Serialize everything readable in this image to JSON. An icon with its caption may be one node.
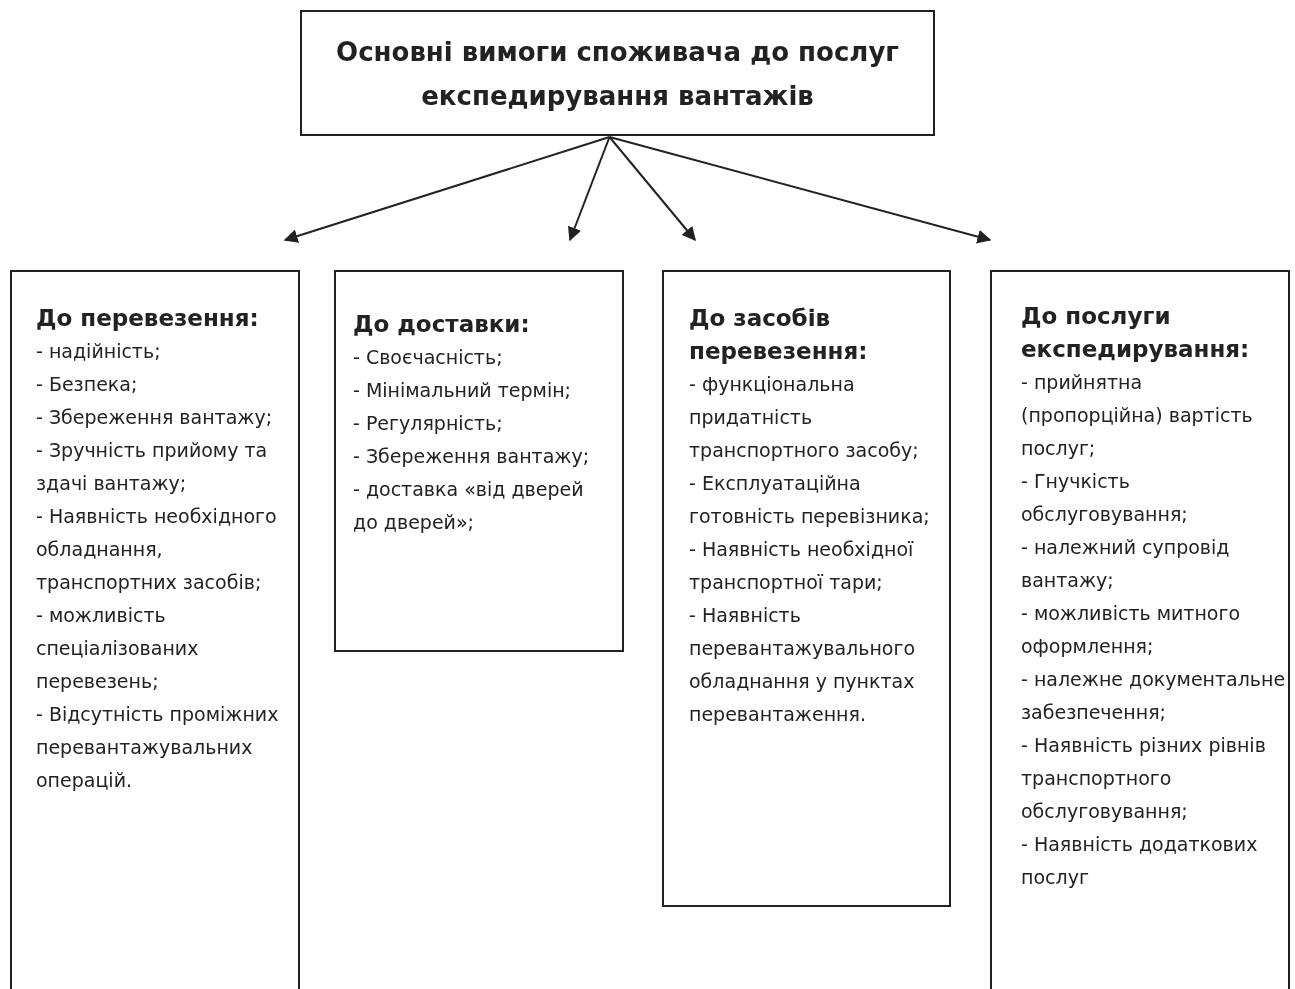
{
  "diagram": {
    "nodes": [
      {
        "text": [
          "Основні вимоги споживача до послуг експедирування вантажів"
        ]
      },
      {
        "text": [
          "До перевезення:",
          "- надійність;",
          "- Безпека;",
          "- Збереження вантажу;",
          "- Зручність прийому та здачі вантажу;",
          "- Наявність необхідного обладнання, транспортних засобів;",
          "- можливість спеціалізованих перевезень;",
          "- Відсутність проміжних перевантажувальних операцій."
        ]
      },
      {
        "text": [
          "До доставки:",
          "- Своєчасність;",
          "- Мінімальний термін;",
          "- Регулярність;",
          "- Збереження вантажу;",
          "- доставка «від дверей до дверей»;"
        ]
      },
      {
        "text": [
          "До засобів перевезення:",
          "- функціональна придатність транспортного засобу;",
          "- Експлуатаційна готовність перевізника;",
          "- Наявність необхідної транспортної тари;",
          "- Наявність перевантажувального обладнання у пунктах перевантаження."
        ]
      },
      {
        "text": [
          "До послуги експедирування:",
          "- прийнятна (пропорційна) вартість послуг;",
          "- Гнучкість обслуговування;",
          "- належний супровід вантажу;",
          "- можливість митного оформлення;",
          "- належне документальне забезпечення;",
          "- Наявність різних рівнів транспортного обслуговування;",
          "- Наявність додаткових послуг"
        ]
      }
    ],
    "edges": [
      {
        "from": 0,
        "to": 1,
        "arrow": "to"
      },
      {
        "from": 0,
        "to": 2,
        "arrow": "to"
      },
      {
        "from": 0,
        "to": 3,
        "arrow": "to"
      },
      {
        "from": 0,
        "to": 4,
        "arrow": "to"
      }
    ]
  }
}
